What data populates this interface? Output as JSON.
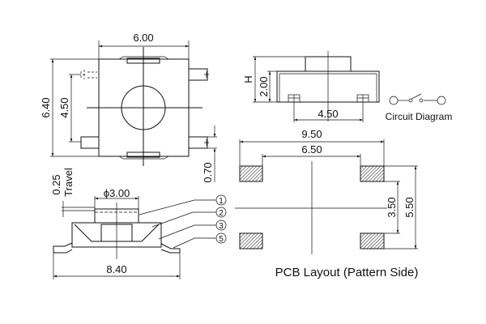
{
  "top_view": {
    "width": "6.00",
    "height": "6.40",
    "pin_pitch": "4.50",
    "pin_width": "0.70"
  },
  "side_view": {
    "travel_value": "0.25",
    "travel_label": "Travel",
    "button_diameter": "ϕ3.00",
    "length": "8.40",
    "callouts": [
      "1",
      "2",
      "3",
      "5"
    ]
  },
  "front_view": {
    "height_label": "H",
    "body_height": "2.00",
    "pin_pitch": "4.50"
  },
  "circuit": {
    "label": "Circuit Diagram"
  },
  "pcb": {
    "outer_width": "9.50",
    "inner_width": "6.50",
    "inner_height": "3.50",
    "outer_height": "5.50",
    "label": "PCB Layout (Pattern Side)"
  }
}
